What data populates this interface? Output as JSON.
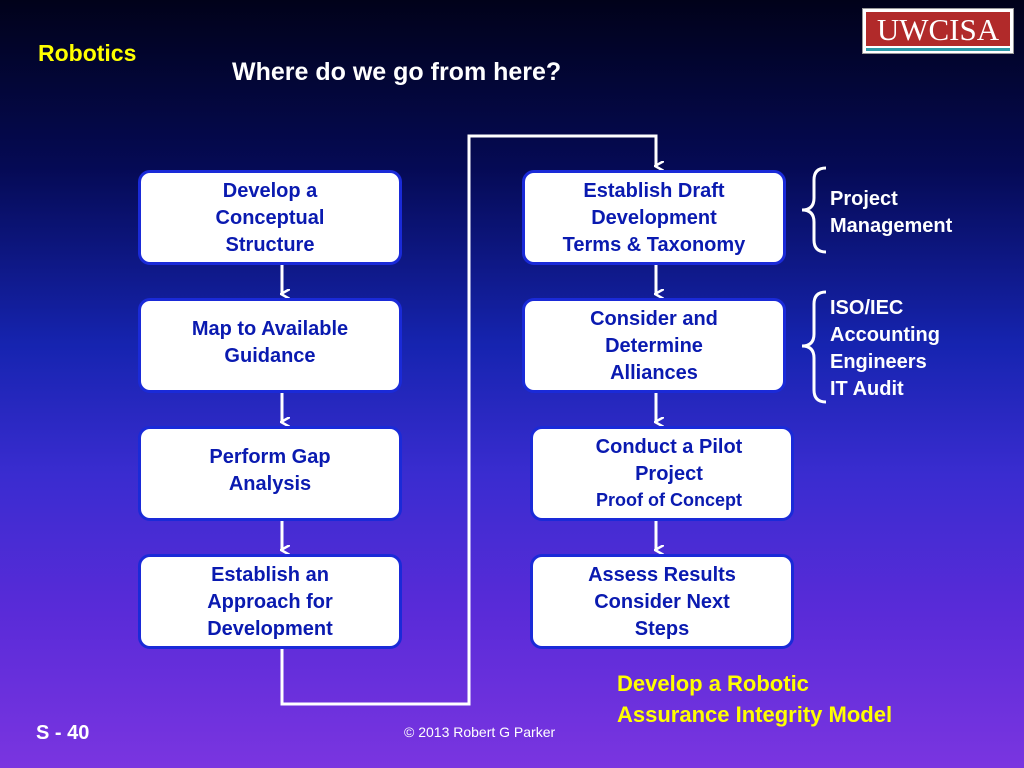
{
  "header": {
    "section": "Robotics",
    "title": "Where do we go from here?",
    "logo_text": "UWCISA"
  },
  "left_steps": [
    {
      "lines": [
        "Develop a",
        "Conceptual",
        "Structure"
      ]
    },
    {
      "lines": [
        "Map to Available",
        "Guidance"
      ]
    },
    {
      "lines": [
        "Perform Gap",
        "Analysis"
      ]
    },
    {
      "lines": [
        "Establish an",
        "Approach for",
        "Development"
      ]
    }
  ],
  "right_steps": [
    {
      "lines": [
        "Establish Draft",
        "Development",
        "Terms & Taxonomy"
      ]
    },
    {
      "lines": [
        "Consider and",
        "Determine",
        "Alliances"
      ]
    },
    {
      "lines": [
        "Conduct a Pilot",
        "Project"
      ],
      "sub": "Proof of Concept"
    },
    {
      "lines": [
        "Assess Results",
        "Consider Next",
        "Steps"
      ]
    }
  ],
  "side_notes": {
    "group1": [
      "Project",
      "Management"
    ],
    "group2": [
      "ISO/IEC",
      "Accounting",
      "Engineers",
      "IT Audit"
    ]
  },
  "bottom_note": {
    "line1": "Develop a Robotic",
    "line2": "Assurance Integrity Model"
  },
  "footer": {
    "slide_number": "S - 40",
    "copyright": "© 2013 Robert G Parker"
  },
  "colors": {
    "accent_yellow": "#ffff00",
    "box_text": "#0a1ab0",
    "box_border": "#1a2ad8"
  }
}
